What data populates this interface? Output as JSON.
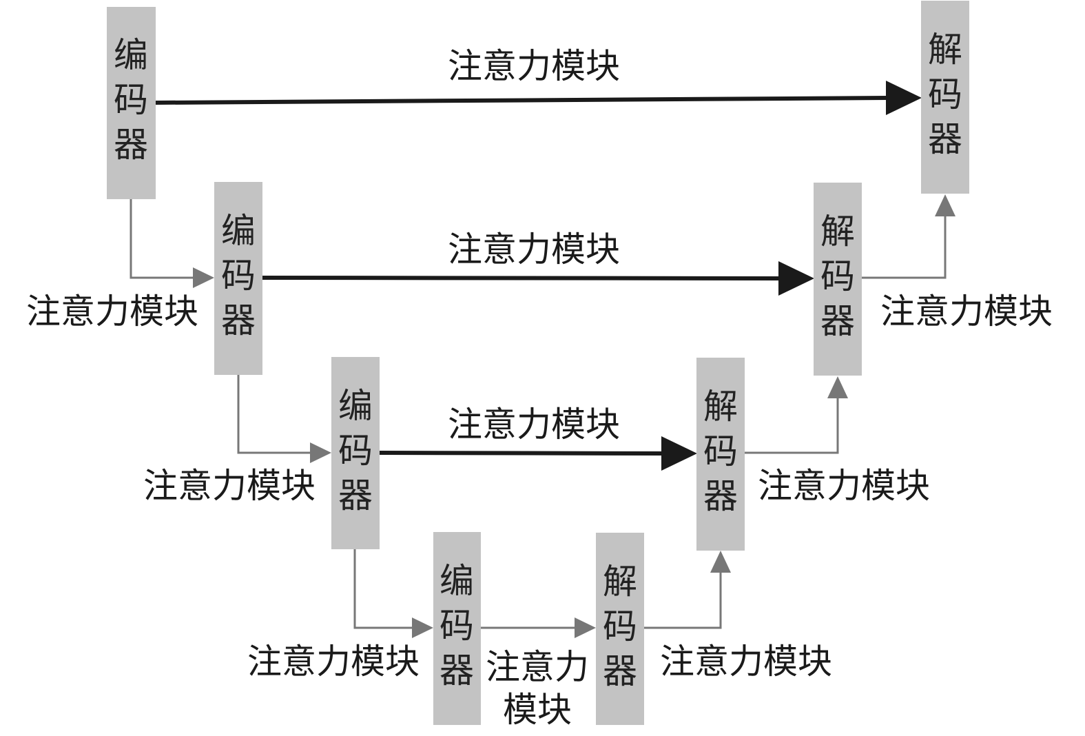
{
  "blocks": {
    "encoder_chars": [
      "编",
      "码",
      "器"
    ],
    "decoder_chars": [
      "解",
      "码",
      "器"
    ]
  },
  "connections": {
    "attention_label": "注意力模块",
    "attention_label_line1": "注意力",
    "attention_label_line2": "模块"
  },
  "colors": {
    "block_fill": "#c3c3c3",
    "skip_arrow": "#1a1a1a",
    "flow_arrow": "#777777"
  }
}
